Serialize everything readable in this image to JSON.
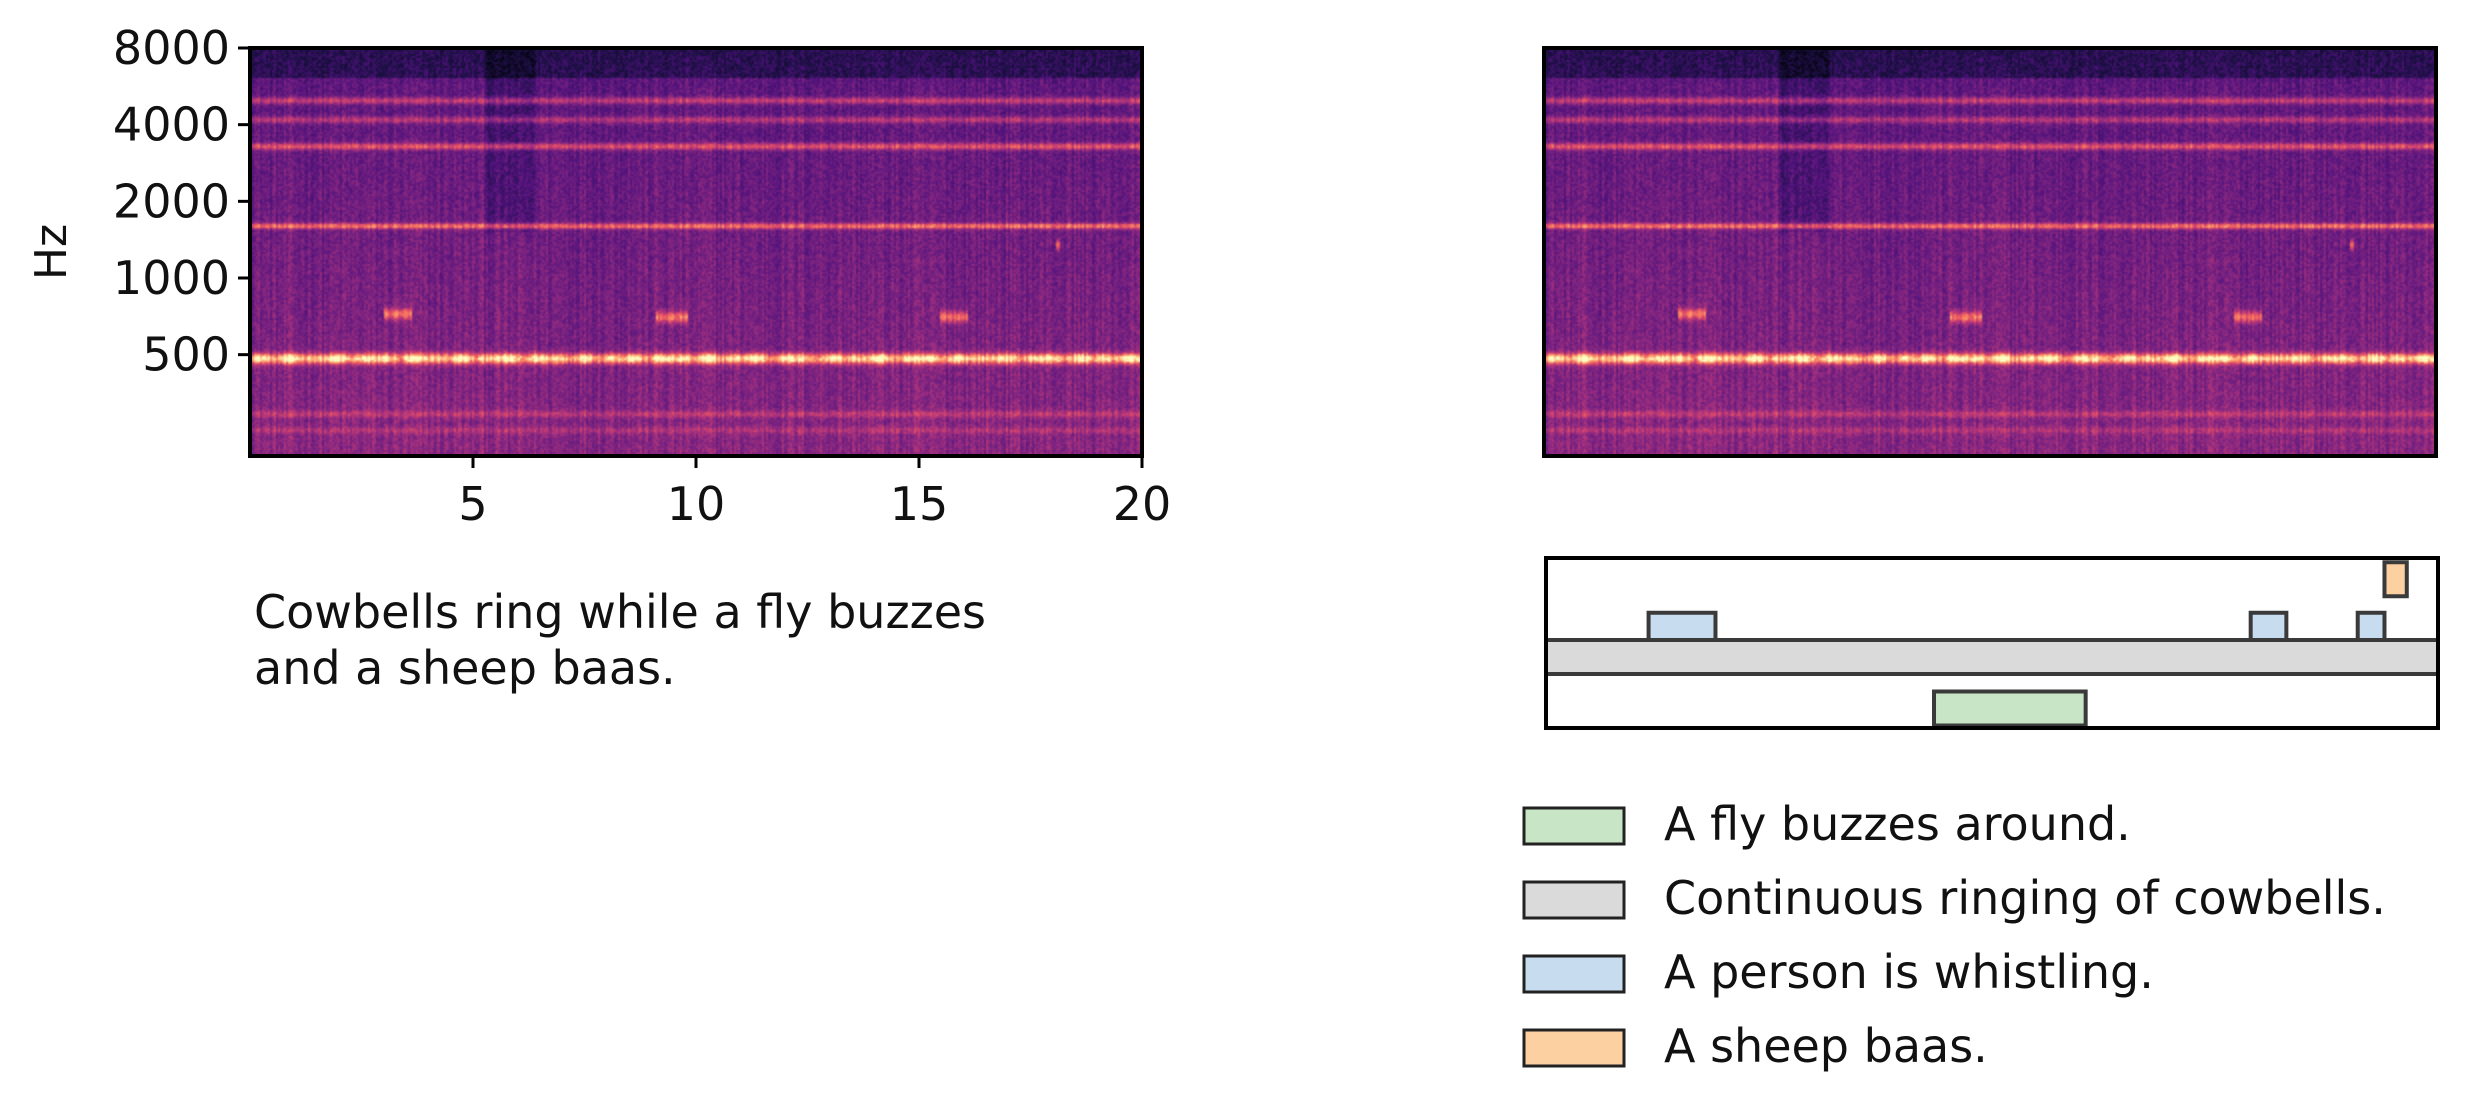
{
  "caption": {
    "line1": "Cowbells ring while a fly buzzes",
    "line2": "and a sheep baas."
  },
  "chart_data": [
    {
      "type": "heatmap",
      "title": "",
      "xlabel": "",
      "ylabel": "Hz",
      "xlim": [
        0,
        20
      ],
      "ylim": [
        200,
        8000
      ],
      "yscale": "log",
      "xticks": [
        5,
        10,
        15,
        20
      ],
      "yticks": [
        500,
        1000,
        2000,
        4000,
        8000
      ],
      "colormap": "magma",
      "bands_hz": [
        {
          "freq": 480,
          "strength": 1.0,
          "width": 0.045
        },
        {
          "freq": 1600,
          "strength": 0.55,
          "width": 0.025
        },
        {
          "freq": 3300,
          "strength": 0.45,
          "width": 0.03
        },
        {
          "freq": 4200,
          "strength": 0.3,
          "width": 0.03
        },
        {
          "freq": 5000,
          "strength": 0.35,
          "width": 0.03
        },
        {
          "freq": 290,
          "strength": 0.2,
          "width": 0.03
        },
        {
          "freq": 250,
          "strength": 0.15,
          "width": 0.03
        }
      ],
      "events": [
        {
          "x_start": 3.0,
          "x_end": 3.6,
          "freq": 720
        },
        {
          "x_start": 9.1,
          "x_end": 9.8,
          "freq": 700
        },
        {
          "x_start": 15.5,
          "x_end": 16.1,
          "freq": 700
        },
        {
          "x_start": 18.1,
          "x_end": 18.2,
          "freq": 1350
        }
      ]
    },
    {
      "type": "heatmap",
      "title": "",
      "xlabel": "",
      "ylabel": "",
      "xlim": [
        0,
        20
      ],
      "ylim": [
        200,
        8000
      ],
      "yscale": "log",
      "xticks": [],
      "yticks": [],
      "colormap": "magma"
    },
    {
      "type": "timeline",
      "xlim": [
        0,
        20
      ],
      "rows": 4,
      "segments": [
        {
          "label_index": 2,
          "row": 1,
          "start": 2.3,
          "end": 3.8
        },
        {
          "label_index": 2,
          "row": 1,
          "start": 15.8,
          "end": 16.6
        },
        {
          "label_index": 2,
          "row": 1,
          "start": 18.2,
          "end": 18.8
        },
        {
          "label_index": 3,
          "row": 0,
          "start": 18.8,
          "end": 19.3
        },
        {
          "label_index": 1,
          "row": 2,
          "start": 0.0,
          "end": 20.0
        },
        {
          "label_index": 0,
          "row": 3,
          "start": 8.7,
          "end": 12.1
        }
      ],
      "legend": [
        {
          "label": "A fly buzzes around.",
          "color": "#c8e6c5"
        },
        {
          "label": "Continuous ringing of cowbells.",
          "color": "#dadada"
        },
        {
          "label": "A person is whistling.",
          "color": "#c8dcf0"
        },
        {
          "label": "A sheep baas.",
          "color": "#fdd0a2"
        }
      ]
    }
  ]
}
